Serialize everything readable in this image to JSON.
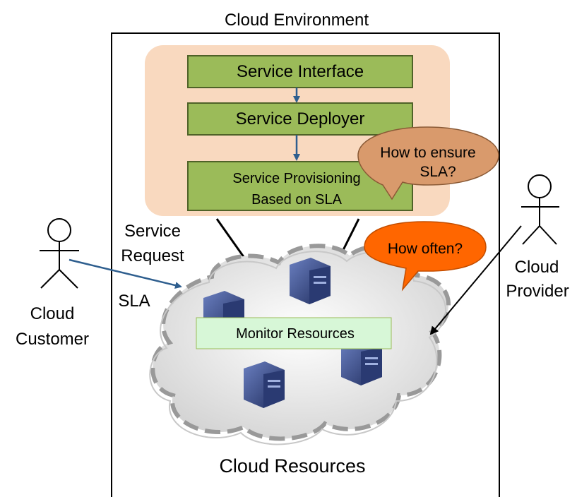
{
  "title": "Cloud Environment",
  "stack": {
    "interface": "Service Interface",
    "deployer": "Service Deployer",
    "provisioning_line1": "Service Provisioning",
    "provisioning_line2": "Based on SLA"
  },
  "callouts": {
    "ensure_line1": "How to ensure",
    "ensure_line2": "SLA?",
    "often": "How often?"
  },
  "monitor": "Monitor Resources",
  "cloud_label": "Cloud Resources",
  "customer": {
    "line1": "Cloud",
    "line2": "Customer",
    "request_line1": "Service",
    "request_line2": "Request",
    "sla": "SLA"
  },
  "provider": {
    "line1": "Cloud",
    "line2": "Provider"
  },
  "colors": {
    "stack_panel": "#f9d9bf",
    "box_fill": "#9bbb59",
    "box_border": "#4f6228",
    "arrow_blue": "#2e5e8e",
    "ensure_bubble": "#d99a6c",
    "often_bubble": "#ff6600",
    "monitor_fill": "#d7f7d7",
    "cloud_gray": "#dcdcdc",
    "server_blue": "#3a4f8a"
  }
}
